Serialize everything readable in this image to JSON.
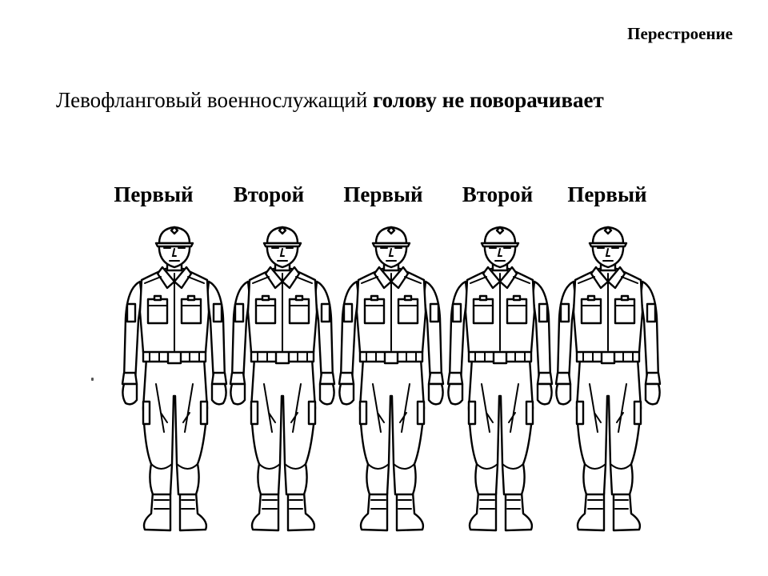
{
  "slide": {
    "header": "Перестроение",
    "caption_plain": "Левофланговый военнослужащий ",
    "caption_bold": "голову не поворачивает",
    "labels": [
      "Первый",
      "Второй",
      "Первый",
      "Второй",
      "Первый"
    ]
  },
  "illustration": {
    "figure": "soldier-standing-at-attention",
    "count": 5,
    "colors": {
      "line": "#000000",
      "fill": "#ffffff"
    }
  }
}
